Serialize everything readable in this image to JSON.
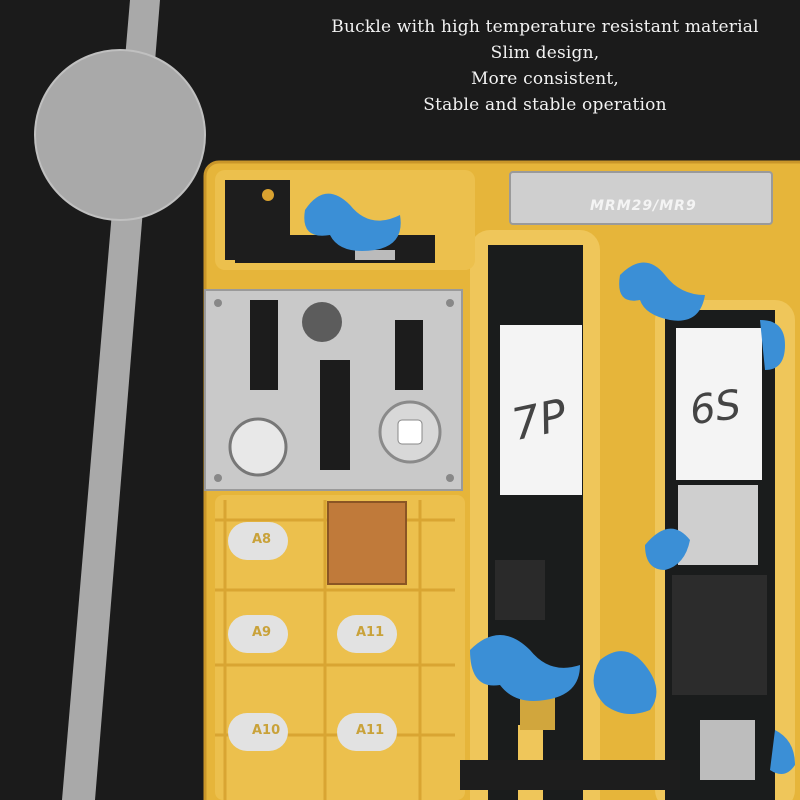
{
  "caption": {
    "line1": "Buckle with high temperature resistant material",
    "line2": "Slim design,",
    "line3": "More consistent,",
    "line4": "Stable and stable operation"
  },
  "nameplate": {
    "text": "MRM29/MR9"
  },
  "boards": [
    {
      "label": "7P"
    },
    {
      "label": "6S"
    }
  ],
  "slots": [
    "A8",
    "A9",
    "A11",
    "A10",
    "A11"
  ],
  "colors": {
    "background": "#1b1b1b",
    "fixture_yellow": "#e9b83c",
    "clip_blue": "#3b8fd6",
    "pcb_black": "#1a1c1c",
    "steel": "#c8c8c8"
  }
}
